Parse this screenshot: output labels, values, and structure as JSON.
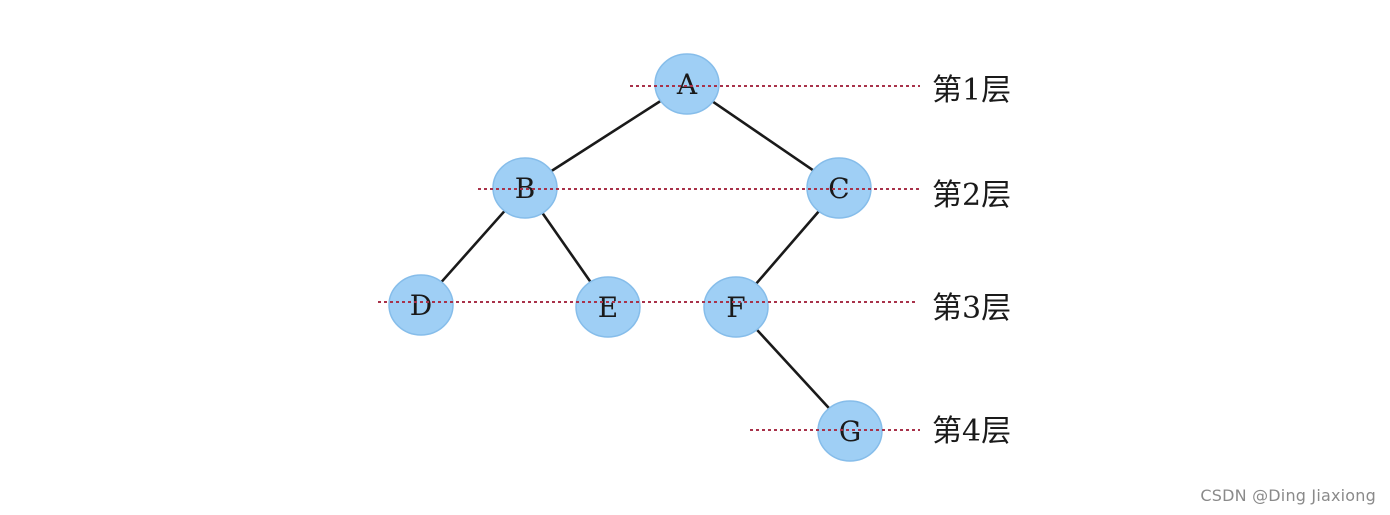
{
  "diagram": {
    "nodes": [
      {
        "id": "A",
        "label": "A",
        "level": 1
      },
      {
        "id": "B",
        "label": "B",
        "level": 2
      },
      {
        "id": "C",
        "label": "C",
        "level": 2
      },
      {
        "id": "D",
        "label": "D",
        "level": 3
      },
      {
        "id": "E",
        "label": "E",
        "level": 3
      },
      {
        "id": "F",
        "label": "F",
        "level": 3
      },
      {
        "id": "G",
        "label": "G",
        "level": 4
      }
    ],
    "edges": [
      {
        "from": "A",
        "to": "B"
      },
      {
        "from": "A",
        "to": "C"
      },
      {
        "from": "B",
        "to": "D"
      },
      {
        "from": "B",
        "to": "E"
      },
      {
        "from": "C",
        "to": "F"
      },
      {
        "from": "F",
        "to": "G"
      }
    ],
    "levels": [
      {
        "level": 1,
        "label": "第1层"
      },
      {
        "level": 2,
        "label": "第2层"
      },
      {
        "level": 3,
        "label": "第3层"
      },
      {
        "level": 4,
        "label": "第4层"
      }
    ],
    "colors": {
      "node_fill": "#9fcff5",
      "node_stroke": "#86bdea",
      "edge": "#1a1a1a",
      "level_line": "#a8324a"
    }
  },
  "watermark": "CSDN @Ding Jiaxiong"
}
